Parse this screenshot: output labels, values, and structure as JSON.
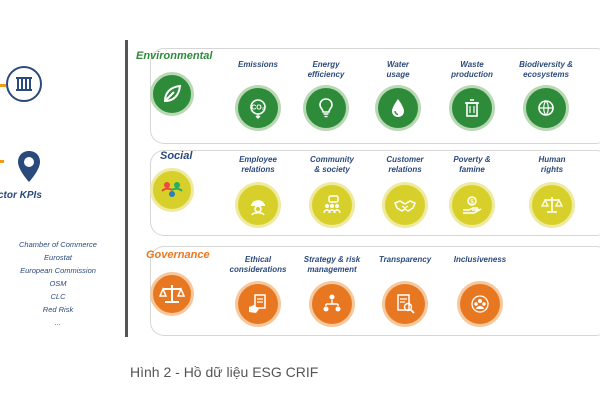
{
  "left_panel": {
    "sector_label": "ctor KPIs",
    "sources": [
      "Chamber of Commerce",
      "Eurostat",
      "European Commission",
      "OSM",
      "CLC",
      "Red Risk",
      "..."
    ]
  },
  "rows": {
    "environmental": {
      "title": "Environmental",
      "color": "#2e8b3a",
      "items": [
        {
          "label_lines": [
            "Emissions"
          ],
          "icon": "co2-icon"
        },
        {
          "label_lines": [
            "Energy",
            "efficiency"
          ],
          "icon": "lightbulb-icon"
        },
        {
          "label_lines": [
            "Water",
            "usage"
          ],
          "icon": "water-drop-icon"
        },
        {
          "label_lines": [
            "Waste",
            "production"
          ],
          "icon": "trash-bin-icon"
        },
        {
          "label_lines": [
            "Biodiversity &",
            "ecosystems"
          ],
          "icon": "globe-icon"
        }
      ]
    },
    "social": {
      "title": "Social",
      "color": "#c9c21a",
      "items": [
        {
          "label_lines": [
            "Employee",
            "relations"
          ],
          "icon": "worker-icon"
        },
        {
          "label_lines": [
            "Community",
            "& society"
          ],
          "icon": "community-icon"
        },
        {
          "label_lines": [
            "Customer",
            "relations"
          ],
          "icon": "handshake-icon"
        },
        {
          "label_lines": [
            "Poverty &",
            "famine"
          ],
          "icon": "money-hand-icon"
        },
        {
          "label_lines": [
            "Human",
            "rights"
          ],
          "icon": "scales-icon"
        }
      ]
    },
    "governance": {
      "title": "Governance",
      "color": "#e87722",
      "items": [
        {
          "label_lines": [
            "Ethical",
            "considerations"
          ],
          "icon": "document-hand-icon"
        },
        {
          "label_lines": [
            "Strategy & risk",
            "management"
          ],
          "icon": "org-chart-icon"
        },
        {
          "label_lines": [
            "Transparency"
          ],
          "icon": "report-search-icon"
        },
        {
          "label_lines": [
            "Inclusiveness"
          ],
          "icon": "people-circle-icon"
        }
      ]
    }
  },
  "caption": "Hình 2 - Hồ dữ liệu ESG CRIF"
}
